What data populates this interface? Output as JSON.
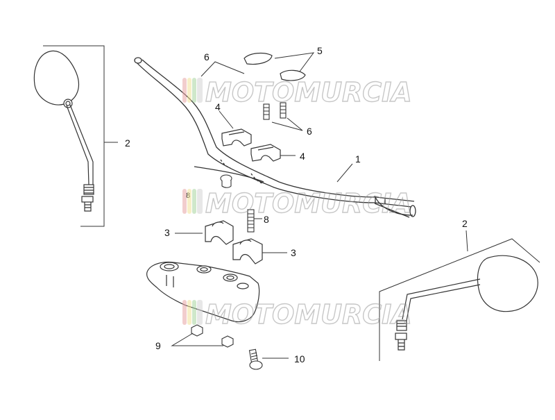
{
  "diagram": {
    "callouts": {
      "c1": "1",
      "c2_left": "2",
      "c2_right": "2",
      "c3_upper": "3",
      "c3_lower": "3",
      "c4_upper": "4",
      "c4_right": "4",
      "c5": "5",
      "c6_upper": "6",
      "c6_lower": "6",
      "c8": "8",
      "c8_small": "8",
      "c9": "9",
      "c10": "10"
    },
    "watermark": {
      "text": "MOTOMURCIA",
      "stripe_colors": [
        "#e8a6a6",
        "#f2e39a",
        "#a9d6a0",
        "#cfcfcf"
      ]
    },
    "colors": {
      "line": "#333333",
      "text": "#111111"
    }
  }
}
